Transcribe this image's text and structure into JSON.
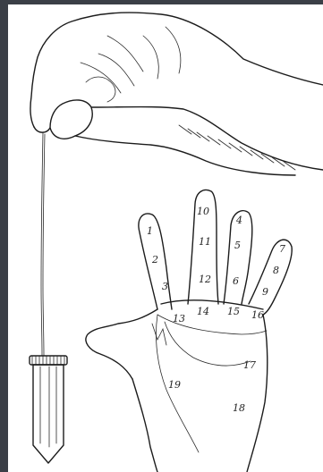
{
  "colors": {
    "frame": "#3b3f47",
    "ink": "#1c1c1c",
    "paper": "#ffffff",
    "crystal": "#f2f2f2"
  },
  "illustration": {
    "subject": "pendulum-over-palm",
    "zones": [
      "1",
      "2",
      "3",
      "4",
      "5",
      "6",
      "7",
      "8",
      "9",
      "10",
      "11",
      "12",
      "13",
      "14",
      "15",
      "16",
      "17",
      "18",
      "19"
    ]
  }
}
